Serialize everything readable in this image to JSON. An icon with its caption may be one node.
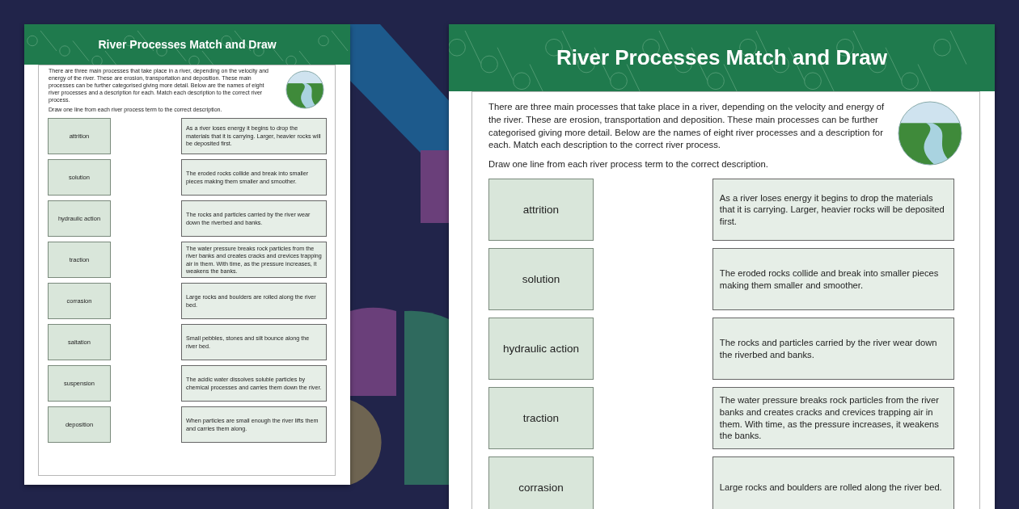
{
  "diagram": {
    "nodes": [
      {
        "text": [
          "River Processes Match and Draw",
          "There are three main processes that take place in a river, depending on the velocity and energy of the river. These are erosion, transportation and deposition. These main processes can be further categorised giving more detail. Below are the names of eight river processes and a description for each. Match each description to the correct river process.",
          "Draw one line from each river process term to the correct description."
        ]
      },
      {
        "text": [
          "attrition"
        ],
        "in": 0
      },
      {
        "text": [
          "As a river loses energy it begins to drop the materials that it is carrying. Larger, heavier rocks will be deposited first."
        ],
        "in": 0
      },
      {
        "text": [
          "solution"
        ],
        "in": 0
      },
      {
        "text": [
          "The eroded rocks collide and break into smaller pieces making them smaller and smoother."
        ],
        "in": 0
      },
      {
        "text": [
          "hydraulic action"
        ],
        "in": 0
      },
      {
        "text": [
          "The rocks and particles carried by the river wear down the riverbed and banks."
        ],
        "in": 0
      },
      {
        "text": [
          "traction"
        ],
        "in": 0
      },
      {
        "text": [
          "The water pressure breaks rock particles from the river banks and creates cracks and crevices trapping air in them. With time, as the pressure increases, it weakens the banks."
        ],
        "in": 0
      },
      {
        "text": [
          "corrasion"
        ],
        "in": 0
      },
      {
        "text": [
          "Large rocks and boulders are rolled along the river bed."
        ],
        "in": 0
      },
      {
        "text": [
          "saltation"
        ],
        "in": 0
      },
      {
        "text": [
          "Small pebbles, stones and silt bounce along the river bed."
        ],
        "in": 0
      },
      {
        "text": [
          "suspension"
        ],
        "in": 0
      },
      {
        "text": [
          "The acidic water dissolves soluble particles by chemical processes and carries them down the river."
        ],
        "in": 0
      },
      {
        "text": [
          "deposition"
        ],
        "in": 0
      },
      {
        "text": [
          "When particles are small enough the river lifts them and carries them along."
        ],
        "in": 0
      },
      {
        "text": [
          "River Processes Match and Draw",
          "There are three main processes that take place in a river, depending on the velocity and energy of the river. These are erosion, transportation and deposition. These main processes can be further categorised giving more detail. Below are the names of eight river processes and a description for each. Match each description to the correct river process.",
          "Draw one line from each river process term to the correct description."
        ]
      },
      {
        "text": [
          "attrition"
        ],
        "in": 17
      },
      {
        "text": [
          "As a river loses energy it begins to drop the materials that it is carrying. Larger, heavier rocks will be deposited first."
        ],
        "in": 17
      },
      {
        "text": [
          "solution"
        ],
        "in": 17
      },
      {
        "text": [
          "The eroded rocks collide and break into smaller pieces making them smaller and smoother."
        ],
        "in": 17
      },
      {
        "text": [
          "hydraulic action"
        ],
        "in": 17
      },
      {
        "text": [
          "The rocks and particles carried by the river wear down the riverbed and banks."
        ],
        "in": 17
      },
      {
        "text": [
          "traction"
        ],
        "in": 17
      },
      {
        "text": [
          "The water pressure breaks rock particles from the river banks and creates cracks and crevices trapping air in them. With time, as the pressure increases, it weakens the banks."
        ],
        "in": 17
      },
      {
        "text": [
          "corrasion"
        ],
        "in": 17
      },
      {
        "text": [
          "Large rocks and boulders are rolled along the river bed."
        ],
        "in": 17
      }
    ]
  }
}
